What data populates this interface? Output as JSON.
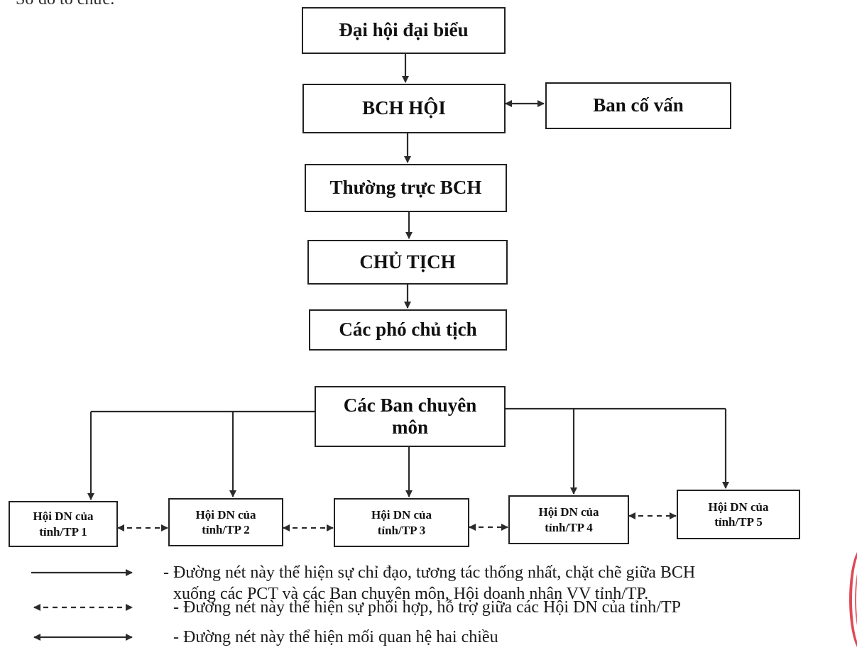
{
  "header_fragment": "Sơ đồ tổ chức:",
  "boxes": {
    "dai_hoi": "Đại hội đại biểu",
    "bch_hoi": "BCH HỘI",
    "ban_co_van": "Ban cố vấn",
    "thuong_truc": "Thường trực BCH",
    "chu_tich": "CHỦ TỊCH",
    "pho_chu_tich": "Các phó chủ tịch",
    "ban_chuyen_mon_line1": "Các Ban chuyên",
    "ban_chuyen_mon_line2": "môn",
    "tp1_line1": "Hội DN của",
    "tp1_line2": "tỉnh/TP 1",
    "tp2_line1": "Hội DN của",
    "tp2_line2": "tỉnh/TP 2",
    "tp3_line1": "Hội DN của",
    "tp3_line2": "tỉnh/TP 3",
    "tp4_line1": "Hội DN của",
    "tp4_line2": "tỉnh/TP 4",
    "tp5_line1": "Hội DN của",
    "tp5_line2": "tỉnh/TP 5"
  },
  "legend": {
    "solid_line1": "- Đường nét này thể hiện sự chỉ đạo, tương tác thống nhất, chặt chẽ giữa BCH",
    "solid_line2": "xuống các PCT và các Ban chuyên môn, Hội doanh nhân VV tỉnh/TP.",
    "dashed": "- Đường nét này thể hiện sự phối hợp, hỗ trợ giữa các Hội DN của tỉnh/TP",
    "bidirectional": "- Đường nét này thể hiện mối quan hệ hai chiều"
  },
  "colors": {
    "line": "#2b2b2b",
    "box_border": "#222222",
    "stamp": "#d92a3a"
  }
}
